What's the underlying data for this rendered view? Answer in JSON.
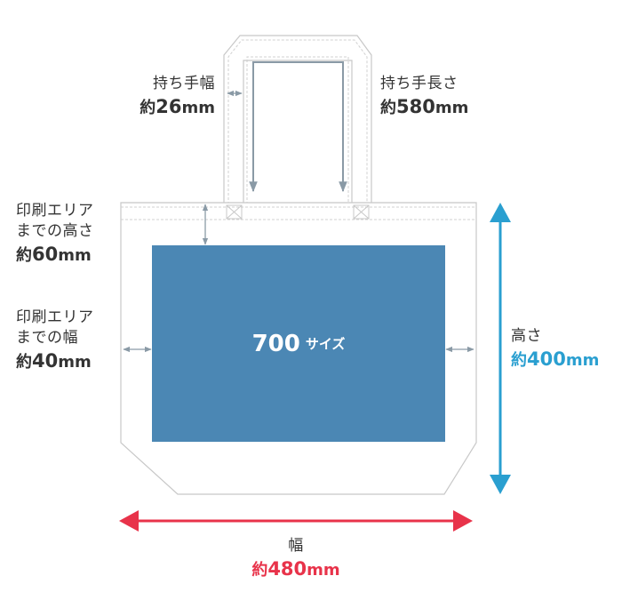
{
  "colors": {
    "print_area": "#4b87b4",
    "height_arrow": "#2a9fd0",
    "width_arrow": "#e8334a",
    "outline": "#c8c8c8",
    "stitch": "#d0d0d0",
    "inner_arrow": "#8a9aa6"
  },
  "print_area": {
    "number": "700",
    "suffix": "サイズ"
  },
  "handle_width": {
    "label": "持ち手幅",
    "prefix": "約",
    "value": "26",
    "unit": "mm"
  },
  "handle_length": {
    "label": "持ち手長さ",
    "prefix": "約",
    "value": "580",
    "unit": "mm"
  },
  "print_height": {
    "line1": "印刷エリア",
    "line2": "までの高さ",
    "prefix": "約",
    "value": "60",
    "unit": "mm"
  },
  "print_width": {
    "line1": "印刷エリア",
    "line2": "までの幅",
    "prefix": "約",
    "value": "40",
    "unit": "mm"
  },
  "bag_height": {
    "label": "高さ",
    "prefix": "約",
    "value": "400",
    "unit": "mm"
  },
  "bag_width": {
    "label": "幅",
    "prefix": "約",
    "value": "480",
    "unit": "mm"
  }
}
